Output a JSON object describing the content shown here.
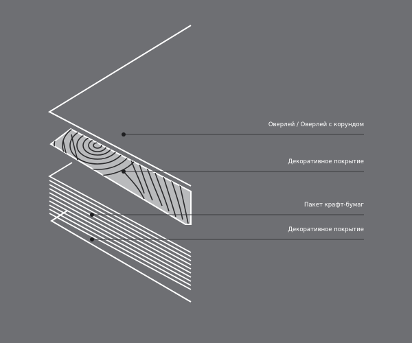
{
  "layers": [
    {
      "id": "overlay",
      "label": "Оверлей / Оверлей с корундом"
    },
    {
      "id": "decor-top",
      "label": "Декоративное покрытие"
    },
    {
      "id": "kraft",
      "label": "Пакет крафт-бумаг"
    },
    {
      "id": "decor-bottom",
      "label": "Декоративное покрытие"
    }
  ],
  "colors": {
    "background": "#6e6f73",
    "stroke": "#ffffff",
    "leader": "#3a3b3e",
    "wood_fill": "#b9babc",
    "wood_grain": "#2a2a2c"
  }
}
